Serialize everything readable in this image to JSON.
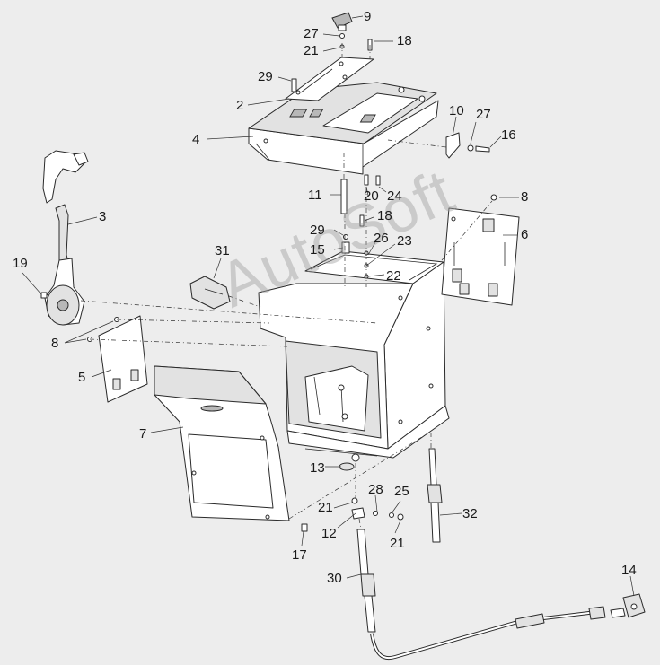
{
  "watermark": "AutoSoft",
  "callouts": [
    {
      "id": "c9",
      "label": "9"
    },
    {
      "id": "c27a",
      "label": "27"
    },
    {
      "id": "c18a",
      "label": "18"
    },
    {
      "id": "c21a",
      "label": "21"
    },
    {
      "id": "c29a",
      "label": "29"
    },
    {
      "id": "c2",
      "label": "2"
    },
    {
      "id": "c4",
      "label": "4"
    },
    {
      "id": "c10",
      "label": "10"
    },
    {
      "id": "c27b",
      "label": "27"
    },
    {
      "id": "c16",
      "label": "16"
    },
    {
      "id": "c3",
      "label": "3"
    },
    {
      "id": "c11",
      "label": "11"
    },
    {
      "id": "c20",
      "label": "20"
    },
    {
      "id": "c24",
      "label": "24"
    },
    {
      "id": "c8a",
      "label": "8"
    },
    {
      "id": "c29b",
      "label": "29"
    },
    {
      "id": "c18b",
      "label": "18"
    },
    {
      "id": "c6",
      "label": "6"
    },
    {
      "id": "c26",
      "label": "26"
    },
    {
      "id": "c23",
      "label": "23"
    },
    {
      "id": "c15",
      "label": "15"
    },
    {
      "id": "c31",
      "label": "31"
    },
    {
      "id": "c19",
      "label": "19"
    },
    {
      "id": "c22",
      "label": "22"
    },
    {
      "id": "c8b",
      "label": "8"
    },
    {
      "id": "c5",
      "label": "5"
    },
    {
      "id": "c7",
      "label": "7"
    },
    {
      "id": "c13",
      "label": "13"
    },
    {
      "id": "c28",
      "label": "28"
    },
    {
      "id": "c25",
      "label": "25"
    },
    {
      "id": "c21b",
      "label": "21"
    },
    {
      "id": "c32",
      "label": "32"
    },
    {
      "id": "c12",
      "label": "12"
    },
    {
      "id": "c21c",
      "label": "21"
    },
    {
      "id": "c17",
      "label": "17"
    },
    {
      "id": "c30",
      "label": "30"
    },
    {
      "id": "c14",
      "label": "14"
    }
  ]
}
